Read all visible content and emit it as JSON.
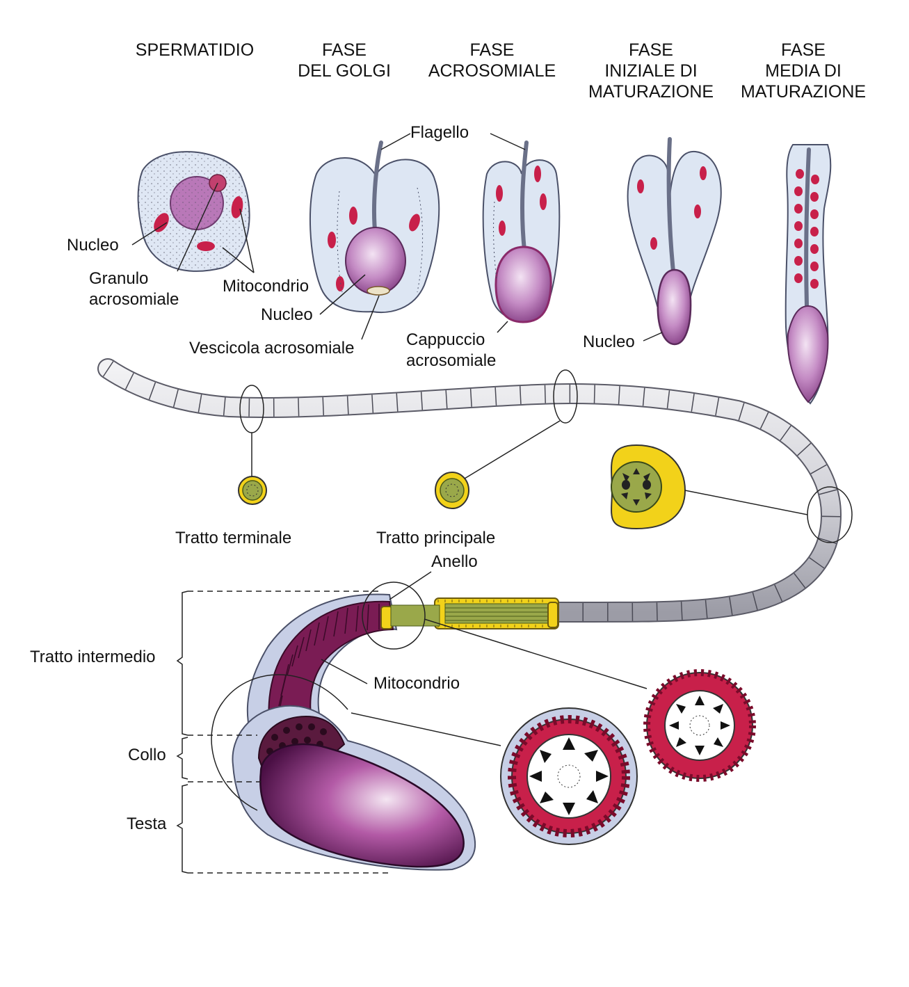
{
  "stage_headers": {
    "spermatidio": "SPERMATIDIO",
    "fase_golgi_1": "FASE",
    "fase_golgi_2": "DEL GOLGI",
    "fase_acro_1": "FASE",
    "fase_acro_2": "ACROSOMIALE",
    "fase_iniziale_1": "FASE",
    "fase_iniziale_2": "INIZIALE DI",
    "fase_iniziale_3": "MATURAZIONE",
    "fase_media_1": "FASE",
    "fase_media_2": "MEDIA DI",
    "fase_media_3": "MATURAZIONE"
  },
  "labels": {
    "flagello": "Flagello",
    "nucleo_1": "Nucleo",
    "granulo_1": "Granulo",
    "granulo_2": "acrosomiale",
    "mitocondrio_1": "Mitocondrio",
    "nucleo_2": "Nucleo",
    "vescicola": "Vescicola acrosomiale",
    "cappuccio_1": "Cappuccio",
    "cappuccio_2": "acrosomiale",
    "nucleo_3": "Nucleo",
    "tratto_terminale": "Tratto terminale",
    "tratto_principale": "Tratto principale",
    "anello": "Anello",
    "tratto_intermedio": "Tratto intermedio",
    "mitocondrio_2": "Mitocondrio",
    "collo": "Collo",
    "testa": "Testa"
  },
  "colors": {
    "cytoplasm": "#dde6f3",
    "cytoplasm_edge": "#5a6478",
    "nucleus": "#b470b4",
    "mitochondrion": "#c8204a",
    "tail": "#d7d7dc",
    "fibers": "#9aa84a",
    "ring": "#f2d21a",
    "head": "#6a1f5f"
  }
}
